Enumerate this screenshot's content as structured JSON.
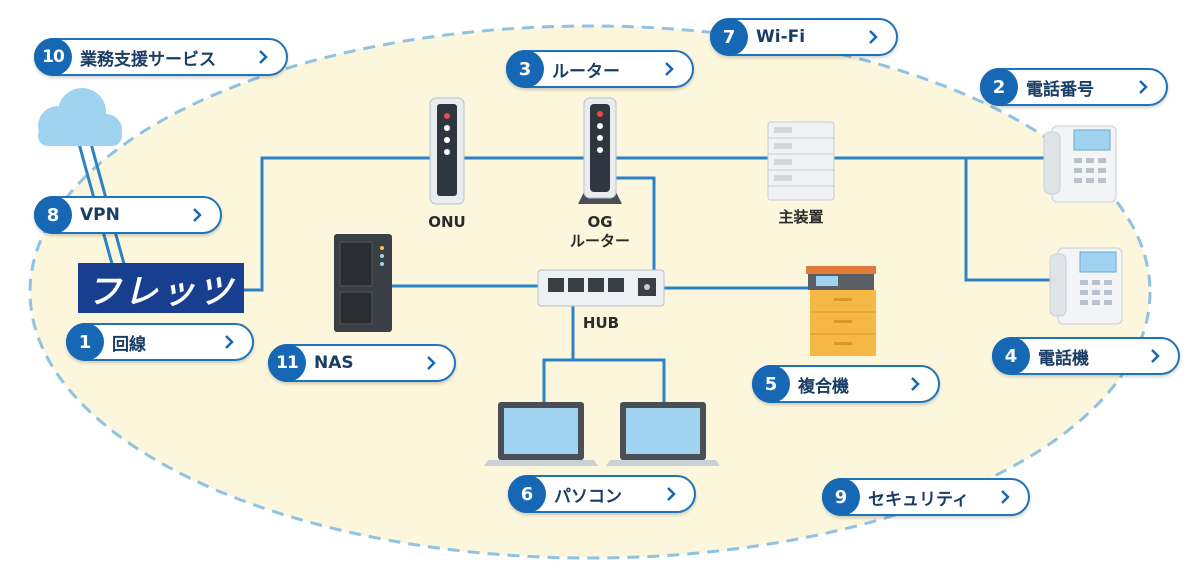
{
  "colors": {
    "accent": "#1668b4",
    "line": "#2b82c4",
    "zone_fill": "#fbf6dc",
    "zone_border": "#8fc3e6",
    "flets_bg": "#173e8f",
    "cloud": "#9fd3f0"
  },
  "pills": [
    {
      "id": "line",
      "num": "1",
      "label": "回線",
      "icon": "chevron-right-icon"
    },
    {
      "id": "phone-number",
      "num": "2",
      "label": "電話番号",
      "icon": "chevron-right-icon"
    },
    {
      "id": "router",
      "num": "3",
      "label": "ルーター",
      "icon": "chevron-right-icon"
    },
    {
      "id": "phone",
      "num": "4",
      "label": "電話機",
      "icon": "chevron-right-icon"
    },
    {
      "id": "mfp",
      "num": "5",
      "label": "複合機",
      "icon": "chevron-right-icon"
    },
    {
      "id": "pc",
      "num": "6",
      "label": "パソコン",
      "icon": "chevron-right-icon"
    },
    {
      "id": "wifi",
      "num": "7",
      "label": "Wi-Fi",
      "icon": "chevron-right-icon"
    },
    {
      "id": "vpn",
      "num": "8",
      "label": "VPN",
      "icon": "chevron-right-icon"
    },
    {
      "id": "security",
      "num": "9",
      "label": "セキュリティ",
      "icon": "chevron-right-icon"
    },
    {
      "id": "business-support",
      "num": "10",
      "label": "業務支援サービス",
      "icon": "chevron-right-icon"
    },
    {
      "id": "nas",
      "num": "11",
      "label": "NAS",
      "icon": "chevron-right-icon"
    }
  ],
  "devices": {
    "onu": "ONU",
    "og_router_line1": "OG",
    "og_router_line2": "ルーター",
    "main_unit": "主装置",
    "hub": "HUB"
  },
  "logo": {
    "text": "フレッツ"
  }
}
